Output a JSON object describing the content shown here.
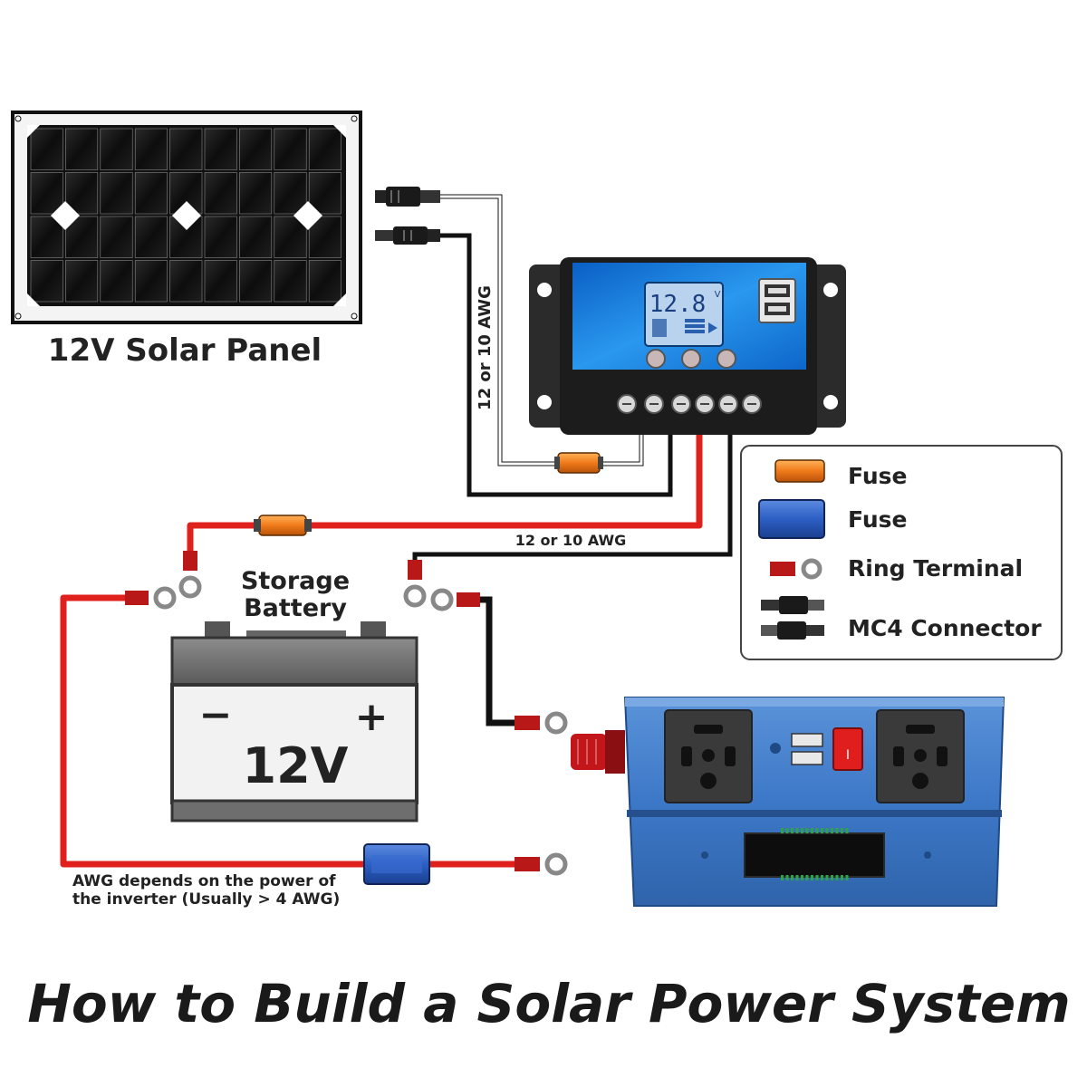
{
  "solar_panel": {
    "label": "12V Solar Panel"
  },
  "controller": {
    "lcd_value": "12.8",
    "lcd_unit": "V"
  },
  "wires": {
    "panel_gauge": "12 or 10 AWG",
    "controller_gauge": "12 or 10 AWG",
    "inverter_note_line1": "AWG depends on the power of",
    "inverter_note_line2": "the inverter (Usually > 4 AWG)"
  },
  "battery": {
    "label_line1": "Storage",
    "label_line2": "Battery",
    "voltage": "12V",
    "minus": "−",
    "plus": "+"
  },
  "legend": {
    "items": [
      {
        "label": "Fuse",
        "icon": "orange-fuse-icon"
      },
      {
        "label": "Fuse",
        "icon": "blue-fuse-icon"
      },
      {
        "label": "Ring Terminal",
        "icon": "ring-terminal-icon"
      },
      {
        "label": "MC4 Connector",
        "icon": "mc4-connector-icon"
      }
    ]
  },
  "title": "How to Build a Solar Power System",
  "colors": {
    "wire_red": "#e0201c",
    "wire_black": "#111111",
    "fuse_orange": "#f07a1a",
    "fuse_blue": "#2c5fc4",
    "controller_blue": "#1f88e0",
    "inverter_blue": "#3d78c8"
  }
}
